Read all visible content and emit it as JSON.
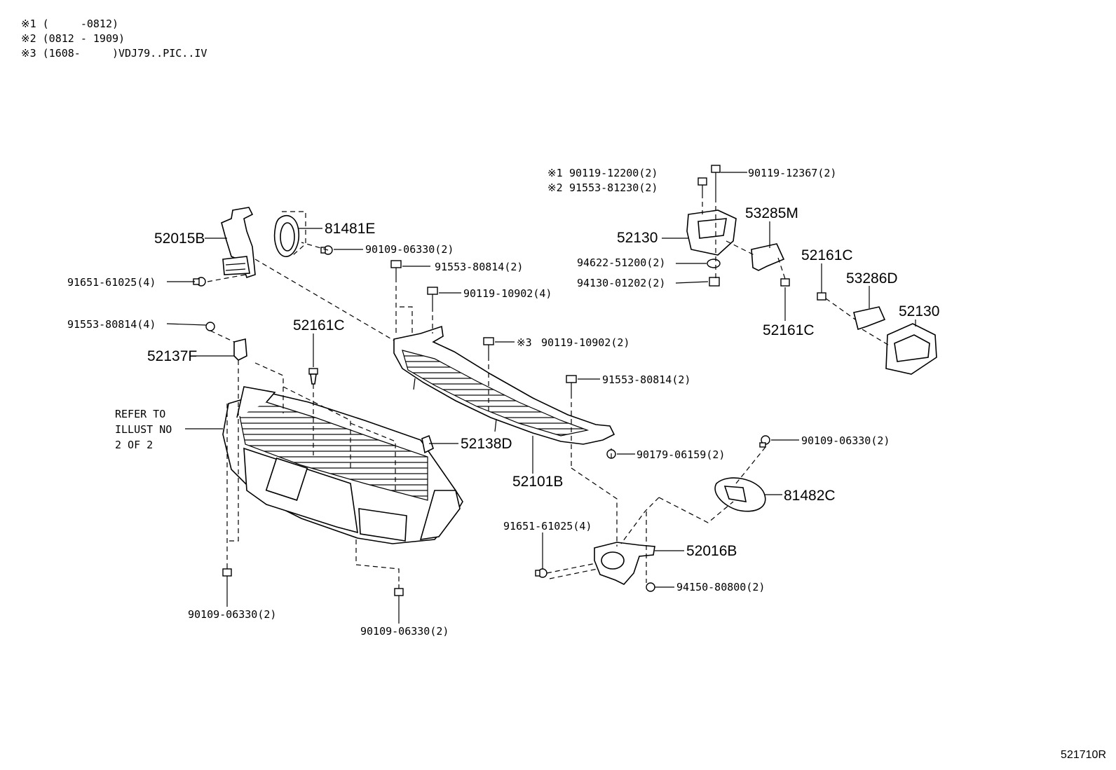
{
  "notes": [
    "※1 (     -0812)",
    "※2 (0812 - 1909)",
    "※3 (1608-     )VDJ79..PIC..IV"
  ],
  "refer_note": [
    "REFER TO",
    "ILLUST NO",
    "2 OF 2"
  ],
  "figure_ref": "521710R",
  "parts": {
    "p52015B": "52015B",
    "p81481E": "81481E",
    "p90109_06330_a": "90109-06330(2)",
    "p91553_80814_a": "91553-80814(2)",
    "p91651_61025_a": "91651-61025(4)",
    "p90119_10902_4": "90119-10902(4)",
    "p91553_80814_4": "91553-80814(4)",
    "p52161C_a": "52161C",
    "p52137F": "52137F",
    "p90119_10902_2_mark": "※3",
    "p90119_10902_2": "90119-10902(2)",
    "p91553_80814_b": "91553-80814(2)",
    "p52138D": "52138D",
    "p52101B": "52101B",
    "p90179_06159": "90179-06159(2)",
    "p90109_06330_b": "90109-06330(2)",
    "p81482C": "81482C",
    "p91651_61025_b": "91651-61025(4)",
    "p52016B": "52016B",
    "p94150_80800": "94150-80800(2)",
    "p90109_06330_c": "90109-06330(2)",
    "p90109_06330_d": "90109-06330(2)",
    "p90119_12200_mark": "※1",
    "p90119_12200": "90119-12200(2)",
    "p91553_81230_mark": "※2",
    "p91553_81230": "91553-81230(2)",
    "p90119_12367": "90119-12367(2)",
    "p53285M": "53285M",
    "p52130_a": "52130",
    "p94622_51200": "94622-51200(2)",
    "p94130_01202": "94130-01202(2)",
    "p52161C_b": "52161C",
    "p53286D": "53286D",
    "p52130_b": "52130",
    "p52161C_c": "52161C"
  }
}
